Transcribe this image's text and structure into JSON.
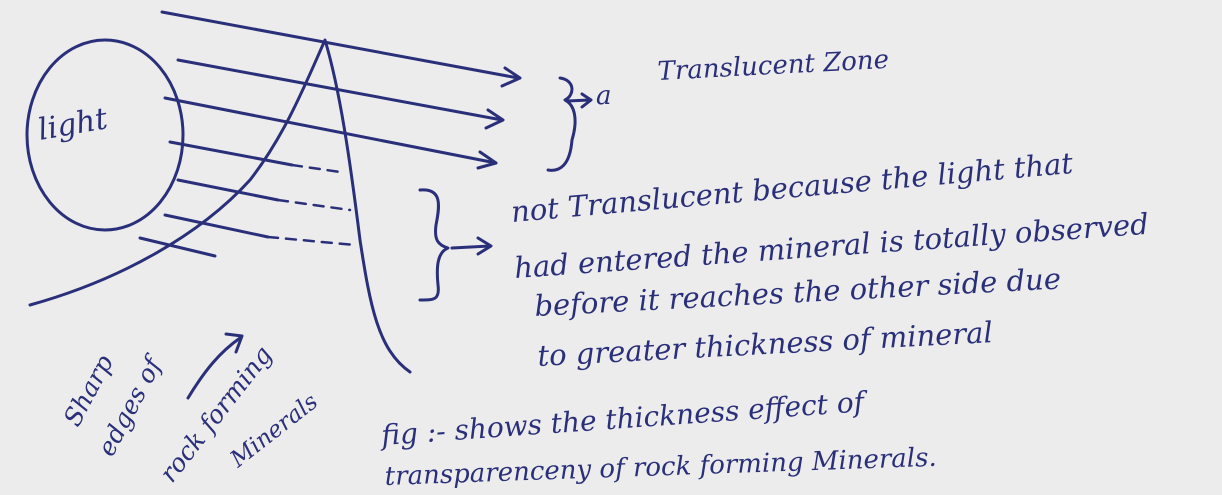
{
  "diagram": {
    "ink_color": "#2a2f7a",
    "paper_color": "#ececec",
    "light_label": "light",
    "translucent_marker": "a",
    "translucent_label": "Translucent Zone",
    "not_translucent_text": [
      "not Translucent because the light that",
      "had entered the mineral is totally observed",
      "before it reaches the other side due",
      "to greater thickness of mineral"
    ],
    "edges_label": [
      "Sharp",
      "edges of",
      "rock forming",
      "Minerals"
    ],
    "caption": [
      "fig :- shows the thickness effect of",
      "transparenceny of rock forming Minerals."
    ]
  }
}
